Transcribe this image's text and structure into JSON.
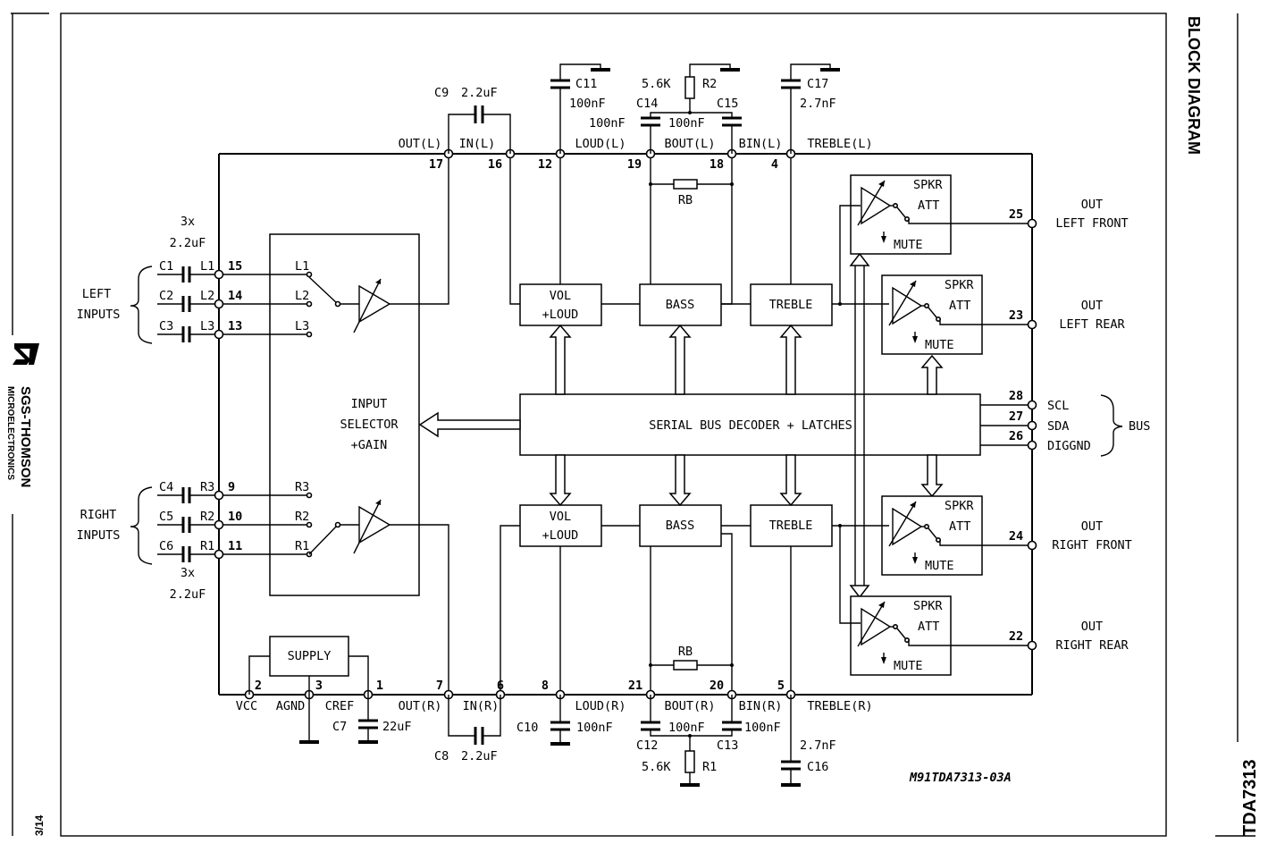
{
  "header": {
    "section_title": "BLOCK DIAGRAM",
    "part_number": "TDA7313",
    "page": "3/14"
  },
  "logo": {
    "brand": "SGS-THOMSON",
    "sub": "MICROELECTRONICS"
  },
  "diagram_id": "M91TDA7313-03A",
  "blocks": {
    "vol_l1": "VOL",
    "vol_l2": "+LOUD",
    "bass": "BASS",
    "treble": "TREBLE",
    "serial": "SERIAL BUS DECODER + LATCHES",
    "selector_l1": "INPUT",
    "selector_l2": "SELECTOR",
    "selector_l3": "+GAIN",
    "supply": "SUPPLY",
    "spkr": "SPKR",
    "att": "ATT",
    "mute": "MUTE"
  },
  "groups": {
    "left_inputs_l1": "LEFT",
    "left_inputs_l2": "INPUTS",
    "right_inputs_l1": "RIGHT",
    "right_inputs_l2": "INPUTS",
    "caps_top_l1": "3x",
    "caps_top_l2": "2.2uF",
    "caps_bot_l1": "3x",
    "caps_bot_l2": "2.2uF",
    "bus": "BUS"
  },
  "inputs_left": [
    {
      "cap": "C1",
      "ch": "L1",
      "pin": "15",
      "sel": "L1"
    },
    {
      "cap": "C2",
      "ch": "L2",
      "pin": "14",
      "sel": "L2"
    },
    {
      "cap": "C3",
      "ch": "L3",
      "pin": "13",
      "sel": "L3"
    }
  ],
  "inputs_right": [
    {
      "cap": "C4",
      "ch": "R3",
      "pin": "9",
      "sel": "R3"
    },
    {
      "cap": "C5",
      "ch": "R2",
      "pin": "10",
      "sel": "R2"
    },
    {
      "cap": "C6",
      "ch": "R1",
      "pin": "11",
      "sel": "R1"
    }
  ],
  "top_signals": [
    "OUT(L)",
    "IN(L)",
    "LOUD(L)",
    "BOUT(L)",
    "BIN(L)",
    "TREBLE(L)"
  ],
  "top_pins": [
    "17",
    "16",
    "12",
    "19",
    "18",
    "4"
  ],
  "bottom_signals": [
    "VCC",
    "AGND",
    "CREF",
    "OUT(R)",
    "IN(R)",
    "LOUD(R)",
    "BOUT(R)",
    "BIN(R)",
    "TREBLE(R)"
  ],
  "bottom_pins": [
    "2",
    "3",
    "1",
    "7",
    "6",
    "8",
    "21",
    "20",
    "5"
  ],
  "components_top": {
    "c9": "C9",
    "c9_val": "2.2uF",
    "c11": "C11",
    "c11_val": "100nF",
    "r2_val": "5.6K",
    "r2": "R2",
    "c14": "C14",
    "c14_val": "100nF",
    "c15": "C15",
    "c15_val": "100nF",
    "c17": "C17",
    "c17_val": "2.7nF",
    "rb": "RB"
  },
  "components_bottom": {
    "c7": "C7",
    "c7_val": "22uF",
    "c8": "C8",
    "c8_val": "2.2uF",
    "c10": "C10",
    "c10_val": "100nF",
    "c12": "C12",
    "c12_val": "100nF",
    "c13": "C13",
    "c13_val": "100nF",
    "r1_val": "5.6K",
    "r1": "R1",
    "c16": "C16",
    "c16_val": "2.7nF",
    "rb": "RB"
  },
  "outputs": [
    {
      "pin": "25",
      "l1": "OUT",
      "l2": "LEFT FRONT"
    },
    {
      "pin": "23",
      "l1": "OUT",
      "l2": "LEFT REAR"
    },
    {
      "pin": "24",
      "l1": "OUT",
      "l2": "RIGHT FRONT"
    },
    {
      "pin": "22",
      "l1": "OUT",
      "l2": "RIGHT REAR"
    }
  ],
  "bus_pins": [
    {
      "pin": "28",
      "name": "SCL"
    },
    {
      "pin": "27",
      "name": "SDA"
    },
    {
      "pin": "26",
      "name": "DIGGND"
    }
  ]
}
